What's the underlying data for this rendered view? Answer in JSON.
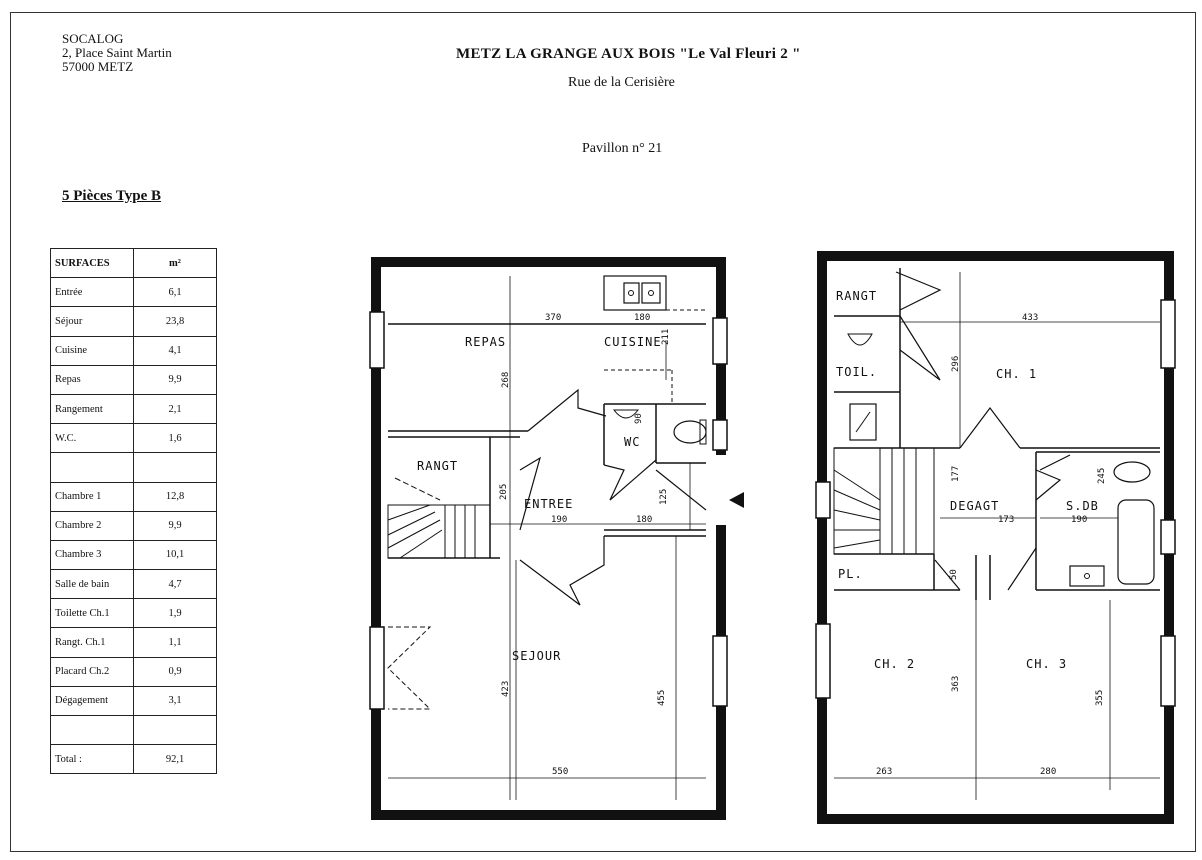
{
  "header": {
    "company_name": "SOCALOG",
    "company_address1": "2, Place Saint Martin",
    "company_address2": "57000 METZ",
    "title": "METZ  LA GRANGE AUX BOIS  \"Le Val Fleuri 2 \"",
    "street": "Rue de la Cerisière",
    "pavillon": "Pavillon n° 21",
    "type": "5 Pièces Type B"
  },
  "surfaces": {
    "col_label": "SURFACES",
    "col_unit": "m²",
    "rows": [
      {
        "label": "Entrée",
        "value": "6,1"
      },
      {
        "label": "Séjour",
        "value": "23,8"
      },
      {
        "label": "Cuisine",
        "value": "4,1"
      },
      {
        "label": "Repas",
        "value": "9,9"
      },
      {
        "label": "Rangement",
        "value": "2,1"
      },
      {
        "label": "W.C.",
        "value": "1,6"
      },
      {
        "label": "",
        "value": ""
      },
      {
        "label": "Chambre 1",
        "value": "12,8"
      },
      {
        "label": "Chambre 2",
        "value": "9,9"
      },
      {
        "label": "Chambre 3",
        "value": "10,1"
      },
      {
        "label": "Salle de bain",
        "value": "4,7"
      },
      {
        "label": "Toilette Ch.1",
        "value": "1,9"
      },
      {
        "label": "Rangt. Ch.1",
        "value": "1,1"
      },
      {
        "label": "Placard Ch.2",
        "value": "0,9"
      },
      {
        "label": "Dégagement",
        "value": "3,1"
      },
      {
        "label": "",
        "value": ""
      },
      {
        "label": "Total :",
        "value": "92,1"
      }
    ]
  },
  "ground_floor": {
    "rooms": {
      "repas": "REPAS",
      "cuisine": "CUISINE",
      "wc": "WC",
      "rangt": "RANGT",
      "entree": "ENTREE",
      "sejour": "SEJOUR"
    },
    "dims": {
      "d370": "370",
      "d180a": "180",
      "d211": "211",
      "d268": "268",
      "d90": "90",
      "d205": "205",
      "d190": "190",
      "d180b": "180",
      "d125": "125",
      "d423": "423",
      "d455": "455",
      "d550": "550"
    }
  },
  "upper_floor": {
    "rooms": {
      "rangt": "RANGT",
      "toil": "TOIL.",
      "ch1": "CH. 1",
      "degagt": "DEGAGT",
      "sdb": "S.DB",
      "pl": "PL.",
      "ch2": "CH. 2",
      "ch3": "CH. 3"
    },
    "dims": {
      "d433": "433",
      "d296": "296",
      "d177": "177",
      "d245": "245",
      "d173": "173",
      "d190": "190",
      "d50": "50",
      "d363": "363",
      "d355": "355",
      "d263": "263",
      "d280": "280"
    }
  }
}
